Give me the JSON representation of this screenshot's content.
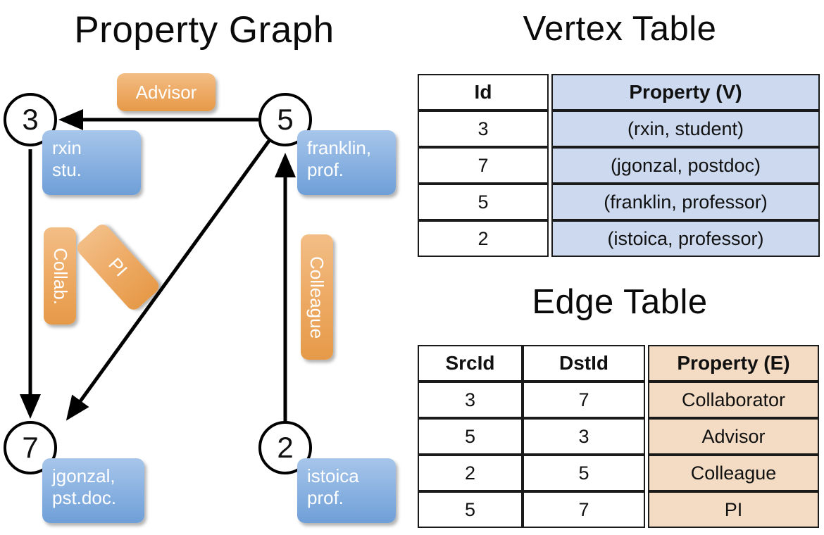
{
  "titles": {
    "property_graph": "Property Graph",
    "vertex_table": "Vertex Table",
    "edge_table": "Edge Table"
  },
  "colors": {
    "vertex_property_fill": "#ccd9ee",
    "edge_property_fill": "#f4dcc4",
    "vertex_callout_blue": "#8db4e2",
    "edge_callout_orange": "#eeac68",
    "node_stroke": "#000000",
    "background": "#ffffff"
  },
  "graph": {
    "nodes": [
      {
        "id": "3",
        "label": "3",
        "property_line1": "rxin",
        "property_line2": "stu."
      },
      {
        "id": "5",
        "label": "5",
        "property_line1": "franklin,",
        "property_line2": "prof."
      },
      {
        "id": "7",
        "label": "7",
        "property_line1": "jgonzal,",
        "property_line2": "pst.doc."
      },
      {
        "id": "2",
        "label": "2",
        "property_line1": "istoica",
        "property_line2": "prof."
      }
    ],
    "edge_labels": [
      {
        "name": "advisor",
        "text": "Advisor",
        "orientation": "horizontal"
      },
      {
        "name": "collab",
        "text": "Collab.",
        "orientation": "vertical"
      },
      {
        "name": "pi",
        "text": "PI",
        "orientation": "diagonal"
      },
      {
        "name": "colleague",
        "text": "Colleague",
        "orientation": "vertical"
      }
    ],
    "edges": [
      {
        "from": "5",
        "to": "3",
        "label": "Advisor"
      },
      {
        "from": "3",
        "to": "7",
        "label": "Collab."
      },
      {
        "from": "5",
        "to": "7",
        "label": "PI"
      },
      {
        "from": "2",
        "to": "5",
        "label": "Colleague"
      }
    ]
  },
  "vertex_table": {
    "headers": [
      "Id",
      "Property (V)"
    ],
    "rows": [
      {
        "id": "3",
        "property": "(rxin, student)"
      },
      {
        "id": "7",
        "property": "(jgonzal, postdoc)"
      },
      {
        "id": "5",
        "property": "(franklin, professor)"
      },
      {
        "id": "2",
        "property": "(istoica, professor)"
      }
    ]
  },
  "edge_table": {
    "headers": [
      "SrcId",
      "DstId",
      "Property (E)"
    ],
    "rows": [
      {
        "src": "3",
        "dst": "7",
        "property": "Collaborator"
      },
      {
        "src": "5",
        "dst": "3",
        "property": "Advisor"
      },
      {
        "src": "2",
        "dst": "5",
        "property": "Colleague"
      },
      {
        "src": "5",
        "dst": "7",
        "property": "PI"
      }
    ]
  }
}
